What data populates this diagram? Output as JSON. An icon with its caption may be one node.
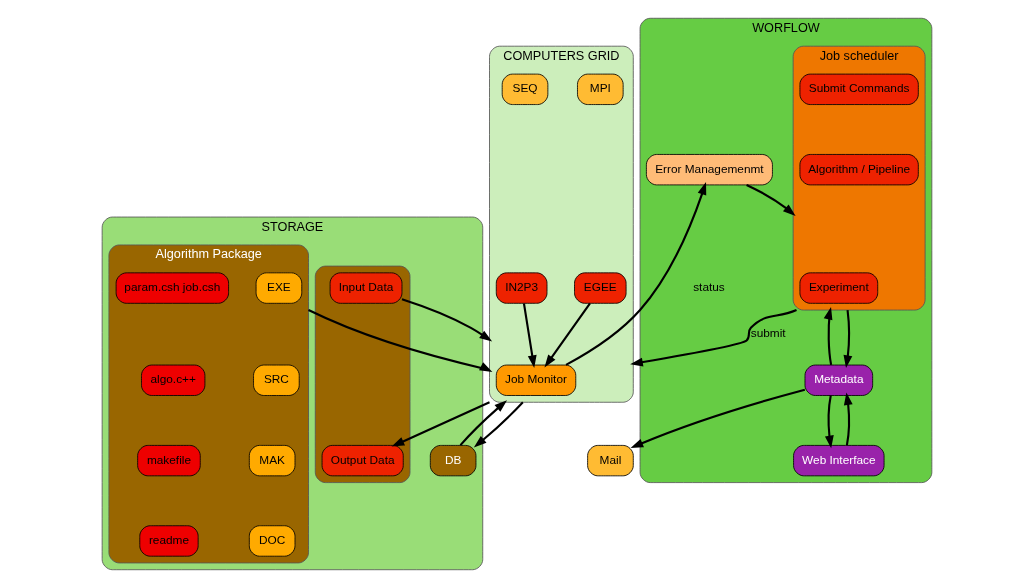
{
  "diagram": {
    "nodes": [
      {
        "text": [
          "WORFLOW"
        ]
      },
      {
        "text": [
          "Error Managemenmt"
        ],
        "in": 0
      },
      {
        "text": [
          "Job scheduler"
        ],
        "in": 0
      },
      {
        "text": [
          "Submit Commands"
        ],
        "in": 2
      },
      {
        "text": [
          "Algorithm / Pipeline"
        ],
        "in": 2
      },
      {
        "text": [
          "Experiment"
        ],
        "in": 2
      },
      {
        "text": [
          "Metadata"
        ],
        "in": 0
      },
      {
        "text": [
          "Web Interface"
        ],
        "in": 0
      },
      {
        "text": [
          "Mail"
        ]
      },
      {
        "text": [
          "COMPUTERS GRID"
        ]
      },
      {
        "text": [
          "Job Monitor"
        ],
        "in": 9
      },
      {
        "text": [
          "EGEE"
        ],
        "in": 9
      },
      {
        "text": [
          "IN2P3"
        ],
        "in": 9
      },
      {
        "text": [
          "MPI"
        ],
        "in": 9
      },
      {
        "text": [
          "SEQ"
        ],
        "in": 9
      },
      {
        "text": [
          "STORAGE"
        ]
      },
      {
        "text": [
          "Algorithm Package"
        ],
        "in": 15
      },
      {
        "text": [
          "EXE"
        ],
        "in": 16
      },
      {
        "text": [
          "param.csh job.csh"
        ],
        "in": 16
      },
      {
        "text": [
          "SRC"
        ],
        "in": 16
      },
      {
        "text": [
          "algo.c++"
        ],
        "in": 16
      },
      {
        "text": [
          "MAK"
        ],
        "in": 16
      },
      {
        "text": [
          "makefile"
        ],
        "in": 16
      },
      {
        "text": [
          "DOC"
        ],
        "in": 16
      },
      {
        "text": [
          "readme"
        ],
        "in": 16
      },
      {
        "text": [],
        "shape": "box",
        "in": 15
      },
      {
        "text": [
          "Input Data"
        ],
        "in": 25
      },
      {
        "text": [
          "Output Data"
        ],
        "in": 25
      },
      {
        "text": [
          "DB"
        ],
        "in": 15
      }
    ],
    "edges": [
      {
        "from": 10,
        "to": 1,
        "arrow": "to",
        "label": "status"
      },
      {
        "from": 1,
        "to": 2,
        "arrow": "to"
      },
      {
        "from": 2,
        "to": 9,
        "arrow": "to",
        "label": "submit"
      },
      {
        "from": 11,
        "to": 10,
        "arrow": "to"
      },
      {
        "from": 12,
        "to": 10,
        "arrow": "to"
      },
      {
        "from": 16,
        "to": 9,
        "arrow": "to"
      },
      {
        "from": 26,
        "to": 9,
        "arrow": "to"
      },
      {
        "from": 9,
        "to": 27,
        "arrow": "to"
      },
      {
        "from": 28,
        "to": 9,
        "arrow": "to"
      },
      {
        "from": 9,
        "to": 28,
        "arrow": "to"
      },
      {
        "from": 6,
        "to": 2,
        "arrow": "to"
      },
      {
        "from": 2,
        "to": 6,
        "arrow": "to"
      },
      {
        "from": 6,
        "to": 8,
        "arrow": "to"
      },
      {
        "from": 7,
        "to": 6,
        "arrow": "to"
      },
      {
        "from": 6,
        "to": 7,
        "arrow": "to"
      }
    ]
  }
}
